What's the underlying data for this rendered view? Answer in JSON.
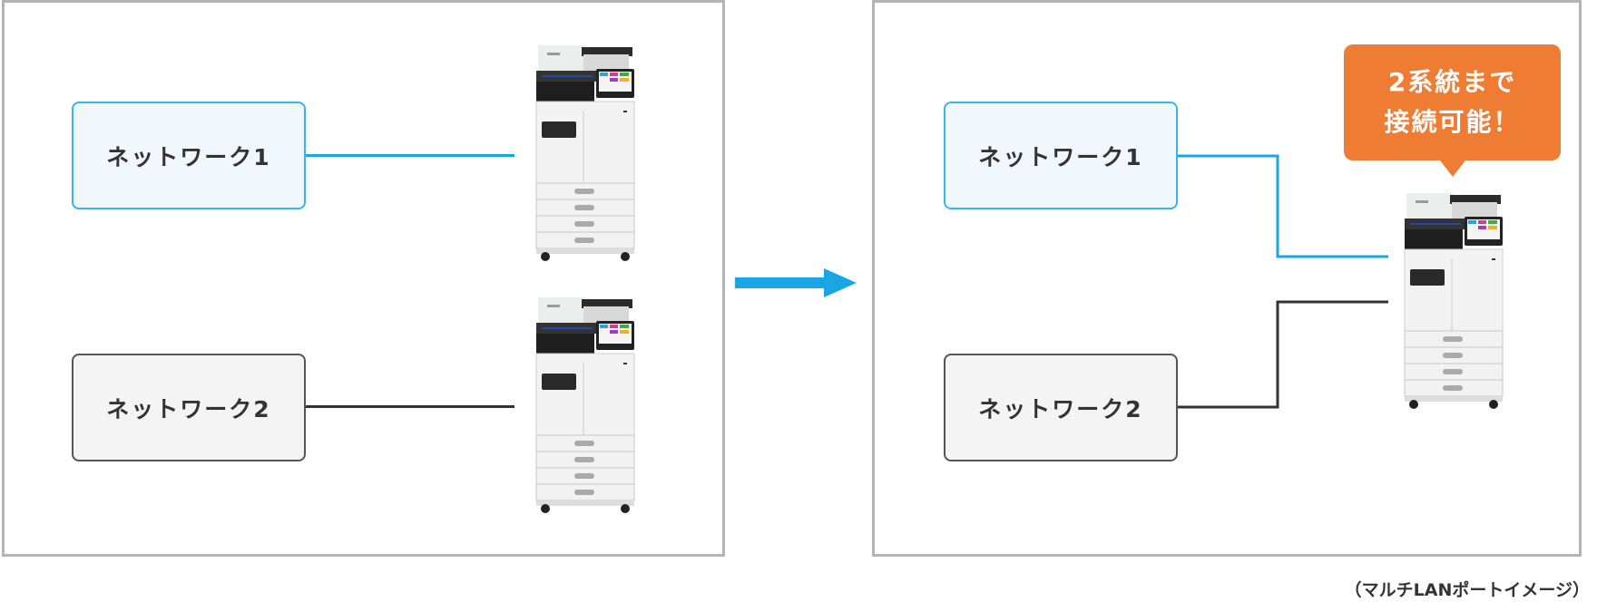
{
  "before": {
    "network1_label": "ネットワーク1",
    "network2_label": "ネットワーク2"
  },
  "after": {
    "network1_label": "ネットワーク1",
    "network2_label": "ネットワーク2",
    "callout_line1": "2系統まで",
    "callout_line2": "接続可能！"
  },
  "caption": "（マルチLANポートイメージ）",
  "icons": {
    "arrow": "arrow-right-icon",
    "device": "printer-icon"
  },
  "colors": {
    "network1": "#1aa6e4",
    "network2": "#333333",
    "callout": "#ee7d33",
    "arrow": "#1aa6e4"
  }
}
